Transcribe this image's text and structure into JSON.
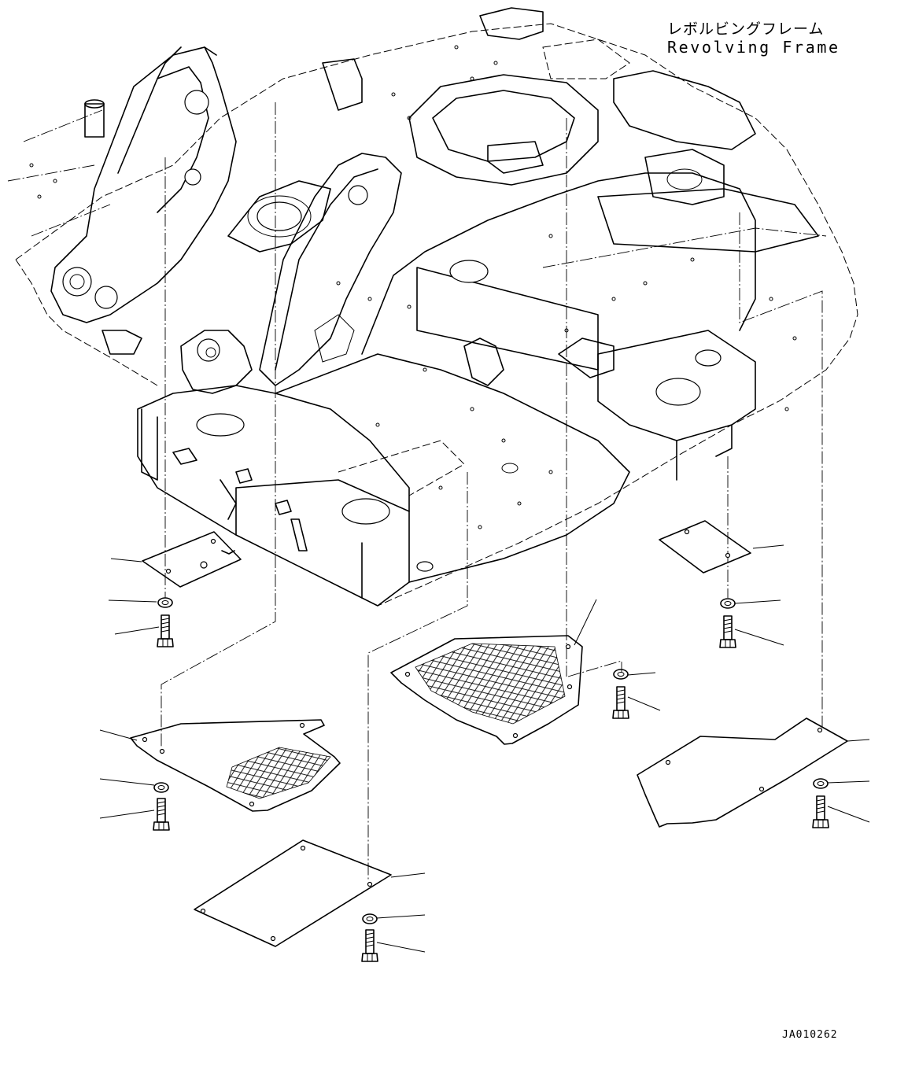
{
  "diagram": {
    "title_jp": "レボルビングフレーム",
    "title_en": "Revolving Frame",
    "drawing_number": "JA010262"
  },
  "parts": [
    {
      "label": "",
      "kind": "small-cover"
    },
    {
      "label": "",
      "kind": "washer"
    },
    {
      "label": "",
      "kind": "bolt"
    },
    {
      "label": "",
      "kind": "mesh-cover"
    },
    {
      "label": "",
      "kind": "plain-cover"
    }
  ]
}
